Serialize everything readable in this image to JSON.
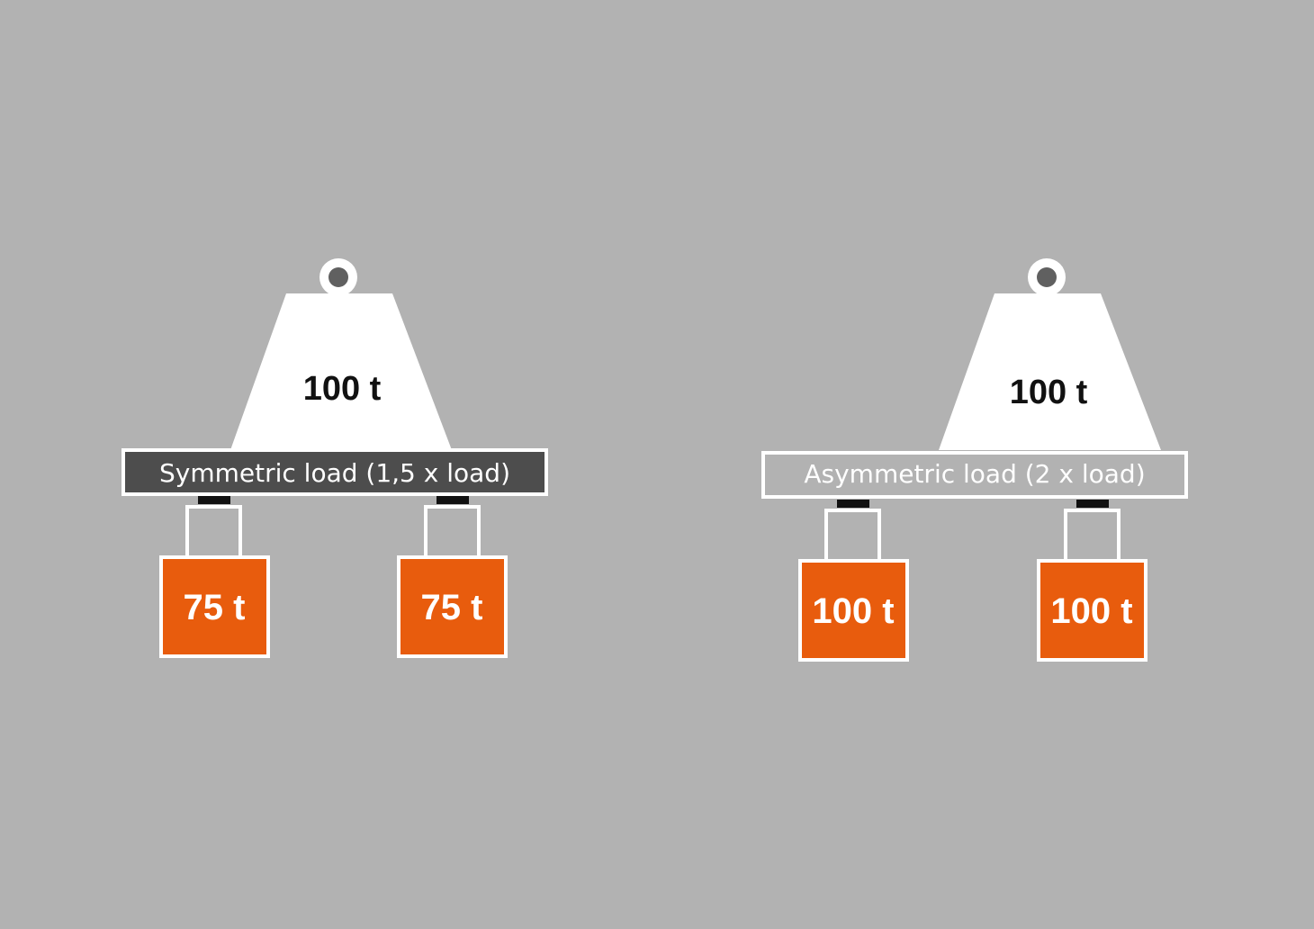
{
  "colors": {
    "background": "#b2b2b2",
    "weight": "#ffffff",
    "hook_inner": "#606060",
    "beam_dark": "#4d4d4d",
    "cylinder_block": "#e85c0d",
    "pad": "#111111"
  },
  "diagrams": [
    {
      "weight_label": "100 t",
      "beam_label": "Symmetric load (1,5 x load)",
      "beam_style": "dark",
      "blocks": [
        {
          "label": "75 t"
        },
        {
          "label": "75 t"
        }
      ]
    },
    {
      "weight_label": "100 t",
      "beam_label": "Asymmetric load (2 x load)",
      "beam_style": "outline",
      "blocks": [
        {
          "label": "100 t"
        },
        {
          "label": "100 t"
        }
      ]
    }
  ]
}
